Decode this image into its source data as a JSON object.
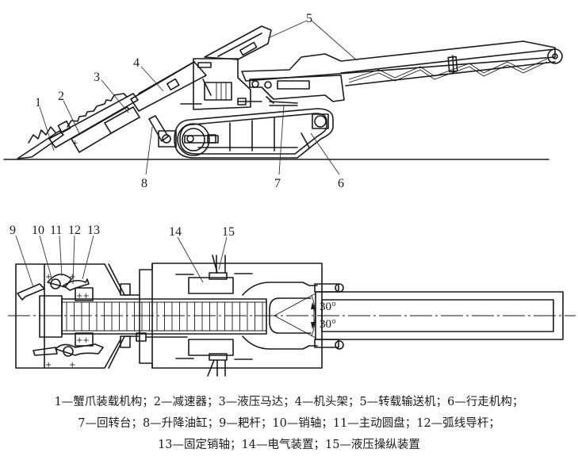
{
  "figure": {
    "side_view": {
      "callouts": [
        {
          "id": "1",
          "text": "1"
        },
        {
          "id": "2",
          "text": "2"
        },
        {
          "id": "3",
          "text": "3"
        },
        {
          "id": "4",
          "text": "4"
        },
        {
          "id": "5",
          "text": "5"
        },
        {
          "id": "6",
          "text": "6"
        },
        {
          "id": "7",
          "text": "7"
        },
        {
          "id": "8",
          "text": "8"
        }
      ]
    },
    "plan_view": {
      "callouts": [
        {
          "id": "9",
          "text": "9"
        },
        {
          "id": "10",
          "text": "10"
        },
        {
          "id": "11",
          "text": "11"
        },
        {
          "id": "12",
          "text": "12"
        },
        {
          "id": "13",
          "text": "13"
        },
        {
          "id": "14",
          "text": "14"
        },
        {
          "id": "15",
          "text": "15"
        }
      ],
      "swing_angle_upper": "30°",
      "swing_angle_lower": "30°"
    }
  },
  "caption": {
    "lines": [
      "1—蟹爪装载机构；2—减速器；3—液压马达；4—机头架；5—转载输送机；6—行走机构；",
      "7—回转台；8—升降油缸；9—耙杆；10—销轴；11—主动圆盘；12—弧线导杆；",
      "13—固定销轴；14—电气装置；15—液压操纵装置"
    ]
  },
  "legend": [
    {
      "num": "1",
      "name": "蟹爪装载机构"
    },
    {
      "num": "2",
      "name": "减速器"
    },
    {
      "num": "3",
      "name": "液压马达"
    },
    {
      "num": "4",
      "name": "机头架"
    },
    {
      "num": "5",
      "name": "转载输送机"
    },
    {
      "num": "6",
      "name": "行走机构"
    },
    {
      "num": "7",
      "name": "回转台"
    },
    {
      "num": "8",
      "name": "升降油缸"
    },
    {
      "num": "9",
      "name": "耙杆"
    },
    {
      "num": "10",
      "name": "销轴"
    },
    {
      "num": "11",
      "name": "主动圆盘"
    },
    {
      "num": "12",
      "name": "弧线导杆"
    },
    {
      "num": "13",
      "name": "固定销轴"
    },
    {
      "num": "14",
      "name": "电气装置"
    },
    {
      "num": "15",
      "name": "液压操纵装置"
    }
  ]
}
